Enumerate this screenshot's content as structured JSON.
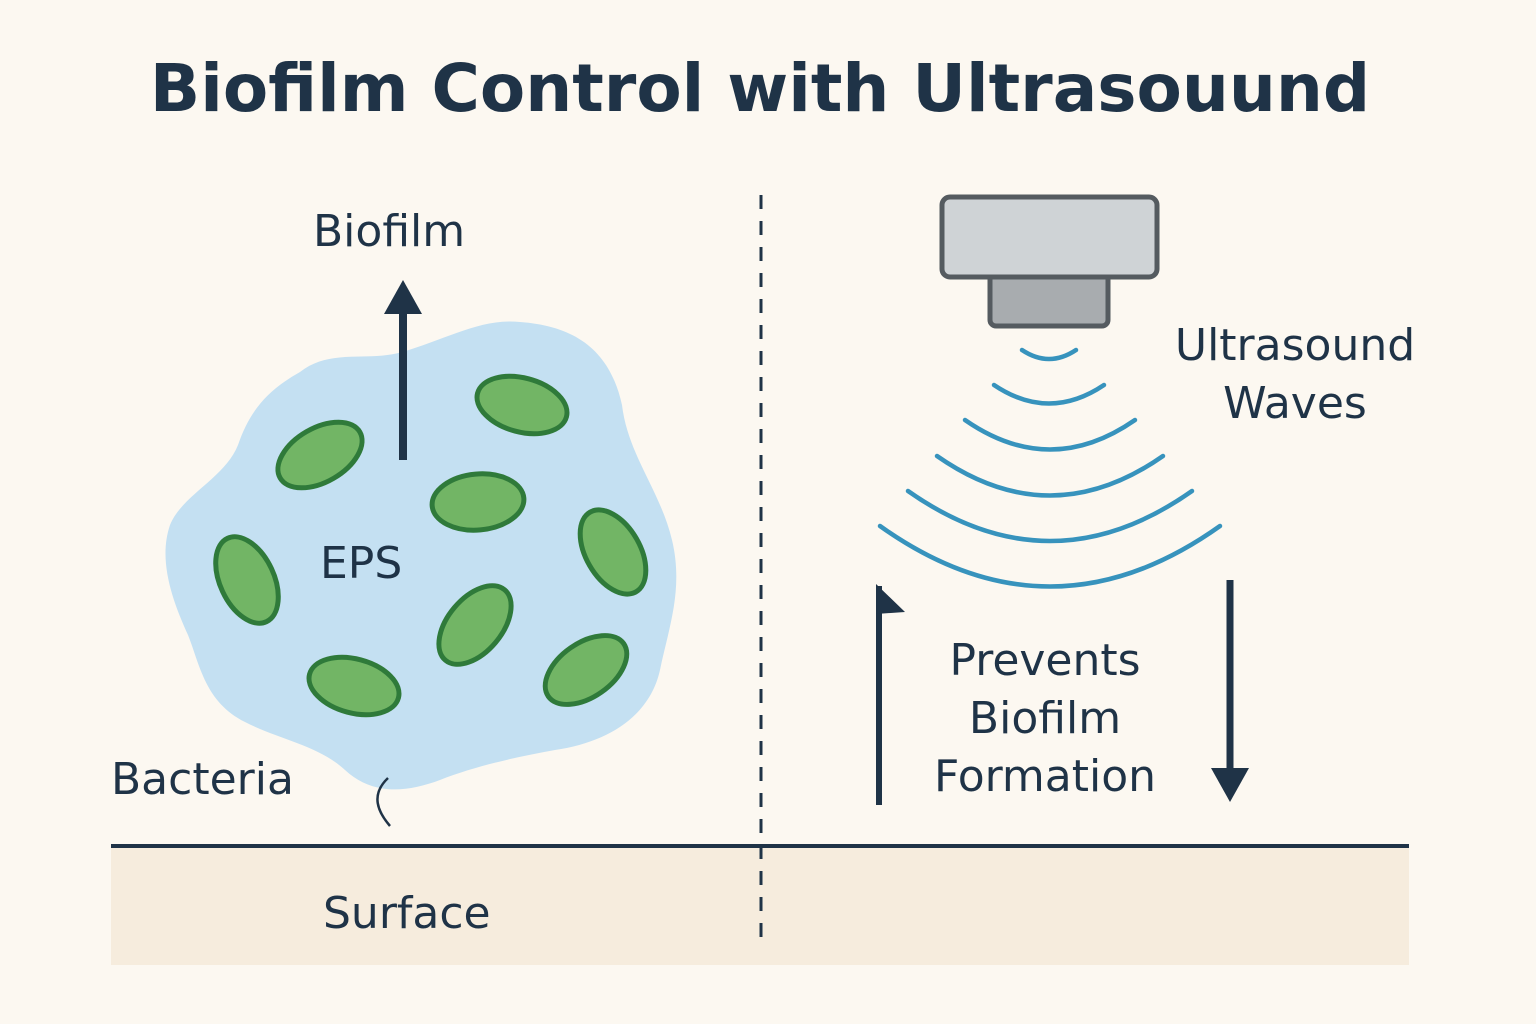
{
  "title": "Biofilm Control with Ultrasouund",
  "labels": {
    "biofilm": "Biofilm",
    "eps": "EPS",
    "bacteria": "Bacteria",
    "surface": "Surface",
    "waves_line1": "Ultrasound",
    "waves_line2": "Waves",
    "prevents_line1": "Prevents",
    "prevents_line2": "Biofilm",
    "prevents_line3": "Formation"
  },
  "colors": {
    "background": "#fcf8f1",
    "text": "#1f3347",
    "eps_matrix": "#c4e0f2",
    "bacteria_fill": "#72b565",
    "bacteria_stroke": "#2f7a3a",
    "waves": "#3793bd",
    "transducer_body": "#cfd3d6",
    "transducer_tip": "#a8acaf",
    "transducer_stroke": "#555b60",
    "surface": "#f6ecdd"
  },
  "icons": {
    "upward_arrow": "arrow-up-icon",
    "transducer": "ultrasound-transducer-icon",
    "waves": "sound-waves-icon"
  }
}
